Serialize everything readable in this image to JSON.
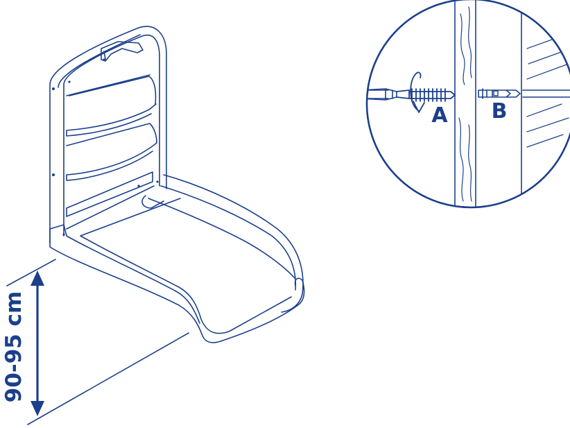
{
  "colors": {
    "line": "#1b3f8b",
    "background": "#ffffff"
  },
  "height_label": "90-95 cm",
  "detail": {
    "label_a": "A",
    "label_b": "B"
  }
}
